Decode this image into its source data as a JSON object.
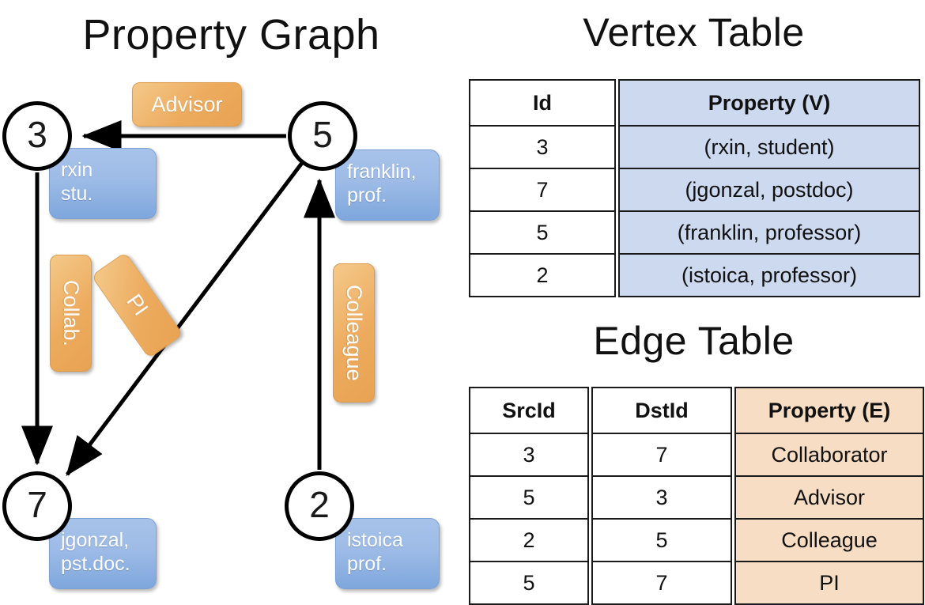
{
  "titles": {
    "property_graph": "Property Graph",
    "vertex_table": "Vertex Table",
    "edge_table": "Edge Table"
  },
  "graph": {
    "nodes": [
      {
        "id": "3",
        "property": "rxin\nstu."
      },
      {
        "id": "5",
        "property": "franklin,\nprof."
      },
      {
        "id": "7",
        "property": "jgonzal,\npst.doc."
      },
      {
        "id": "2",
        "property": "istoica\nprof."
      }
    ],
    "node_labels": {
      "n3": "3",
      "n5": "5",
      "n7": "7",
      "n2": "2"
    },
    "props": {
      "rxin_line1": "rxin",
      "rxin_line2": "stu.",
      "franklin_line1": "franklin,",
      "franklin_line2": "prof.",
      "jgonzal_line1": "jgonzal,",
      "jgonzal_line2": "pst.doc.",
      "istoica_line1": "istoica",
      "istoica_line2": "prof."
    },
    "edge_labels": {
      "advisor": "Advisor",
      "collab": "Collab.",
      "pi": "PI",
      "colleague": "Colleague"
    },
    "edges": [
      {
        "from": "5",
        "to": "3",
        "label": "Advisor"
      },
      {
        "from": "3",
        "to": "7",
        "label": "Collab."
      },
      {
        "from": "5",
        "to": "7",
        "label": "PI"
      },
      {
        "from": "2",
        "to": "5",
        "label": "Colleague"
      }
    ],
    "colors": {
      "node_fill": "#ffffff",
      "node_stroke": "#000000",
      "vertex_prop_box": "#9dbbe6",
      "edge_label_box": "#eaa955",
      "edge_stroke": "#000000"
    }
  },
  "vertex_table": {
    "headers": [
      "Id",
      "Property (V)"
    ],
    "rows": [
      {
        "id": "3",
        "property": "(rxin, student)"
      },
      {
        "id": "7",
        "property": "(jgonzal, postdoc)"
      },
      {
        "id": "5",
        "property": "(franklin, professor)"
      },
      {
        "id": "2",
        "property": "(istoica, professor)"
      }
    ],
    "fill_color": "#ccd9ef"
  },
  "edge_table": {
    "headers": [
      "SrcId",
      "DstId",
      "Property (E)"
    ],
    "rows": [
      {
        "src": "3",
        "dst": "7",
        "property": "Collaborator"
      },
      {
        "src": "5",
        "dst": "3",
        "property": "Advisor"
      },
      {
        "src": "2",
        "dst": "5",
        "property": "Colleague"
      },
      {
        "src": "5",
        "dst": "7",
        "property": "PI"
      }
    ],
    "fill_color": "#f7ddc3"
  }
}
